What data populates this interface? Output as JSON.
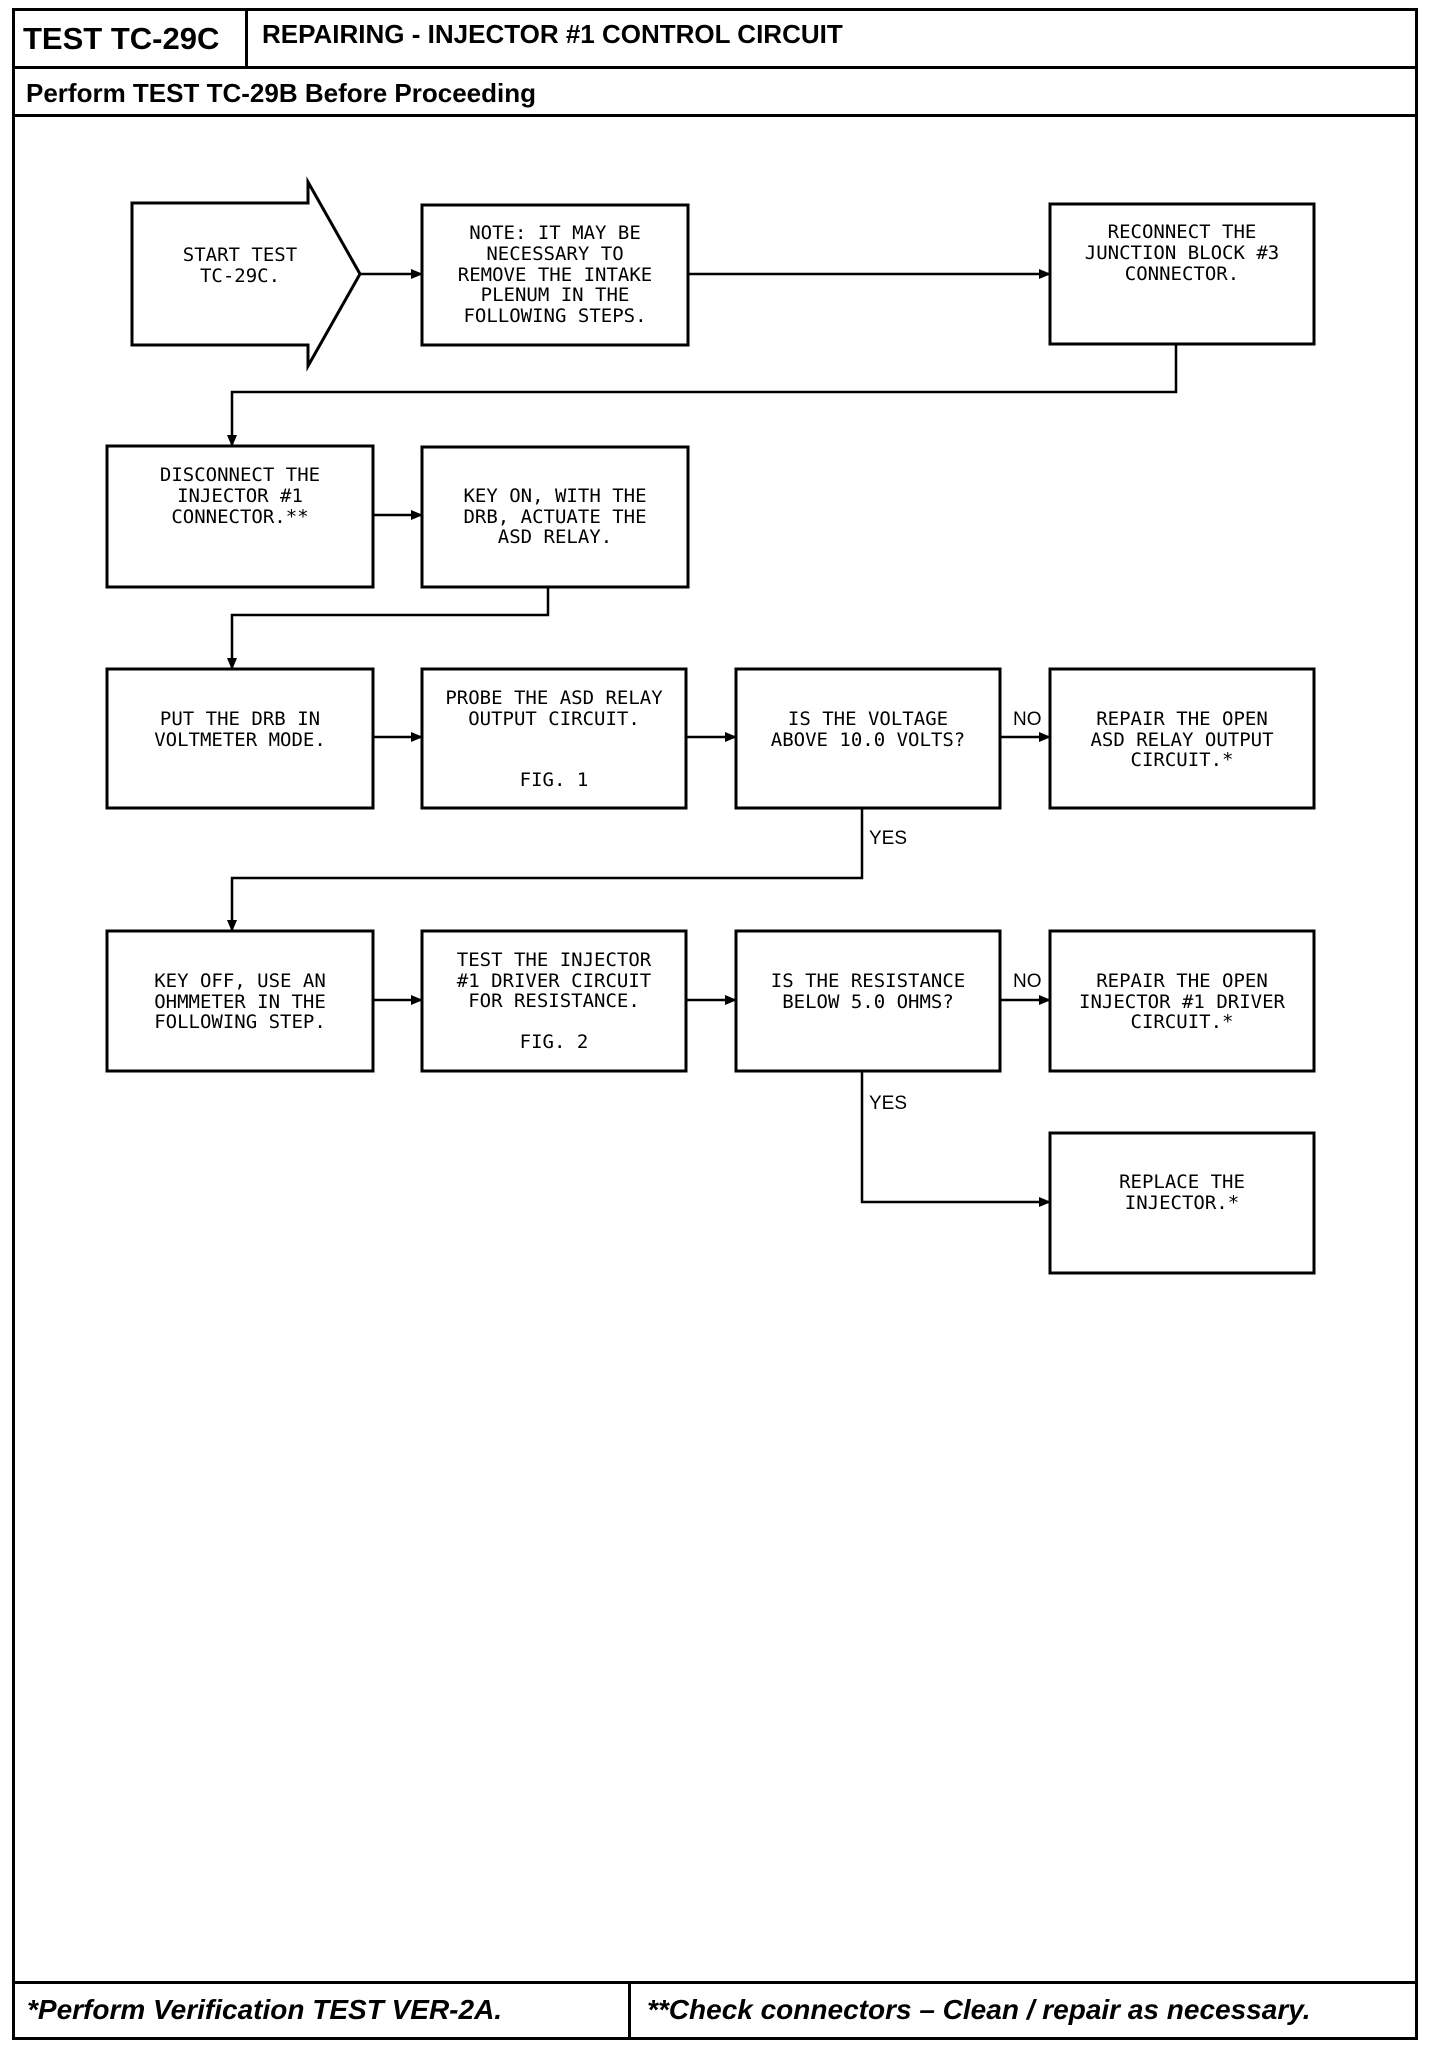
{
  "header": {
    "test_id": "TEST TC-29C",
    "title": "REPAIRING - INJECTOR #1 CONTROL CIRCUIT",
    "prerequisite": "Perform TEST TC-29B Before Proceeding"
  },
  "flowchart": {
    "start": [
      "START TEST",
      "TC-29C."
    ],
    "note": [
      "NOTE: IT MAY BE",
      "NECESSARY TO",
      "REMOVE THE INTAKE",
      "PLENUM IN THE",
      "FOLLOWING STEPS."
    ],
    "reconnect": [
      "RECONNECT THE",
      "JUNCTION BLOCK #3",
      "CONNECTOR."
    ],
    "disconnect": [
      "DISCONNECT THE",
      "INJECTOR #1",
      "CONNECTOR.**"
    ],
    "key_on": [
      "KEY ON, WITH THE",
      "DRB, ACTUATE THE",
      "ASD RELAY."
    ],
    "voltmeter": [
      "PUT THE DRB IN",
      "VOLTMETER MODE."
    ],
    "probe": [
      "PROBE THE ASD RELAY",
      "OUTPUT CIRCUIT."
    ],
    "probe_fig": "FIG. 1",
    "voltage_q": [
      "IS THE VOLTAGE",
      "ABOVE 10.0 VOLTS?"
    ],
    "repair_asd": [
      "REPAIR THE OPEN",
      "ASD RELAY OUTPUT",
      "CIRCUIT.*"
    ],
    "key_off": [
      "KEY OFF, USE AN",
      "OHMMETER IN THE",
      "FOLLOWING STEP."
    ],
    "test_driver": [
      "TEST THE INJECTOR",
      "#1 DRIVER CIRCUIT",
      "FOR RESISTANCE."
    ],
    "driver_fig": "FIG. 2",
    "resistance_q": [
      "IS THE RESISTANCE",
      "BELOW 5.0 OHMS?"
    ],
    "repair_driver": [
      "REPAIR THE OPEN",
      "INJECTOR #1 DRIVER",
      "CIRCUIT.*"
    ],
    "replace": [
      "REPLACE THE",
      "INJECTOR.*"
    ],
    "labels": {
      "no": "NO",
      "yes": "YES"
    }
  },
  "footer": {
    "left": "*Perform Verification TEST VER-2A.",
    "right": "**Check connectors – Clean / repair as necessary."
  }
}
